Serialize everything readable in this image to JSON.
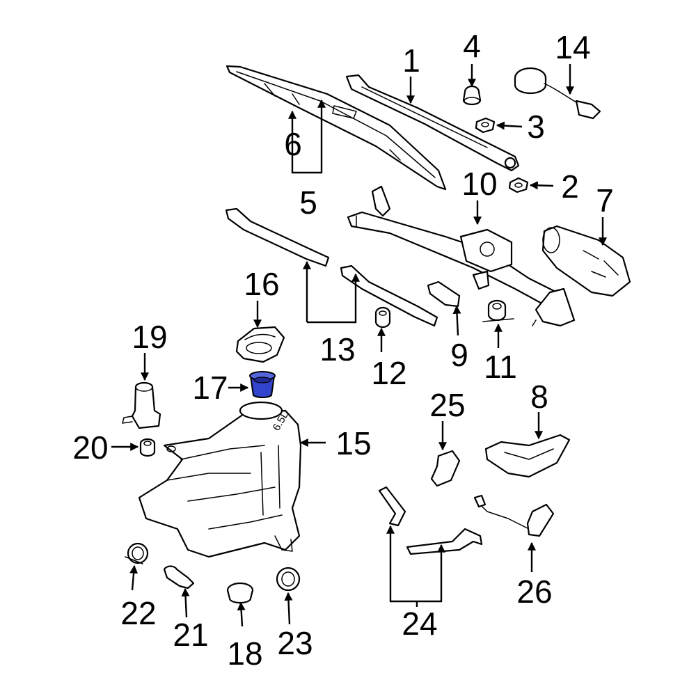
{
  "diagram": {
    "callouts": [
      {
        "id": "c1",
        "label": "1"
      },
      {
        "id": "c2",
        "label": "2"
      },
      {
        "id": "c3",
        "label": "3"
      },
      {
        "id": "c4",
        "label": "4"
      },
      {
        "id": "c5",
        "label": "5"
      },
      {
        "id": "c6",
        "label": "6"
      },
      {
        "id": "c7",
        "label": "7"
      },
      {
        "id": "c8",
        "label": "8"
      },
      {
        "id": "c9",
        "label": "9"
      },
      {
        "id": "c10",
        "label": "10"
      },
      {
        "id": "c11",
        "label": "11"
      },
      {
        "id": "c12",
        "label": "12"
      },
      {
        "id": "c13",
        "label": "13"
      },
      {
        "id": "c14",
        "label": "14"
      },
      {
        "id": "c15",
        "label": "15"
      },
      {
        "id": "c16",
        "label": "16"
      },
      {
        "id": "c17",
        "label": "17"
      },
      {
        "id": "c18",
        "label": "18"
      },
      {
        "id": "c19",
        "label": "19"
      },
      {
        "id": "c20",
        "label": "20"
      },
      {
        "id": "c21",
        "label": "21"
      },
      {
        "id": "c22",
        "label": "22"
      },
      {
        "id": "c23",
        "label": "23"
      },
      {
        "id": "c24",
        "label": "24"
      },
      {
        "id": "c25",
        "label": "25"
      },
      {
        "id": "c26",
        "label": "26"
      }
    ],
    "reservoir_marking": "6.5L",
    "highlight_color": "#3344cc",
    "line_color": "#000000",
    "background_color": "#ffffff"
  }
}
